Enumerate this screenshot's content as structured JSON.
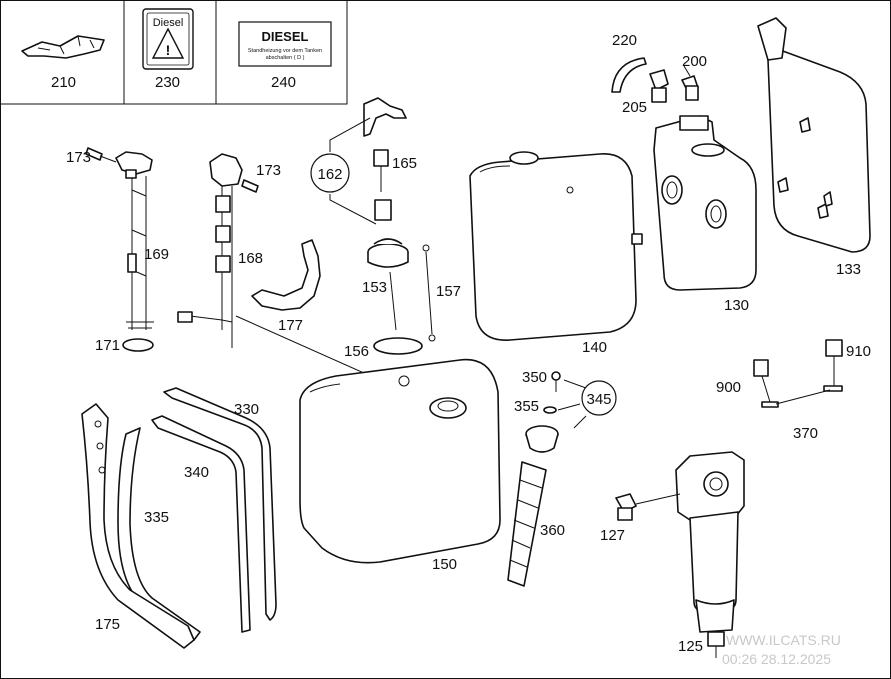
{
  "header_boxes": [
    {
      "number": "210"
    },
    {
      "number": "230",
      "sign_text": "Diesel"
    },
    {
      "number": "240",
      "sign_title": "DIESEL",
      "sign_line1": "Standheizung vor dem Tanken",
      "sign_line2": "abschalten ( D )"
    }
  ],
  "parts": {
    "p173a": "173",
    "p173b": "173",
    "p169": "169",
    "p168": "168",
    "p171": "171",
    "p177": "177",
    "p162": "162",
    "p165": "165",
    "p153": "153",
    "p157": "157",
    "p156": "156",
    "p140": "140",
    "p220": "220",
    "p200": "200",
    "p205": "205",
    "p130": "130",
    "p133": "133",
    "p330": "330",
    "p340": "340",
    "p335": "335",
    "p175": "175",
    "p150": "150",
    "p350": "350",
    "p355": "355",
    "p345": "345",
    "p360": "360",
    "p900": "900",
    "p910": "910",
    "p370": "370",
    "p127": "127",
    "p125": "125"
  },
  "watermark": {
    "site": "WWW.ILCATS.RU",
    "timestamp": "00:26 28.12.2025"
  }
}
